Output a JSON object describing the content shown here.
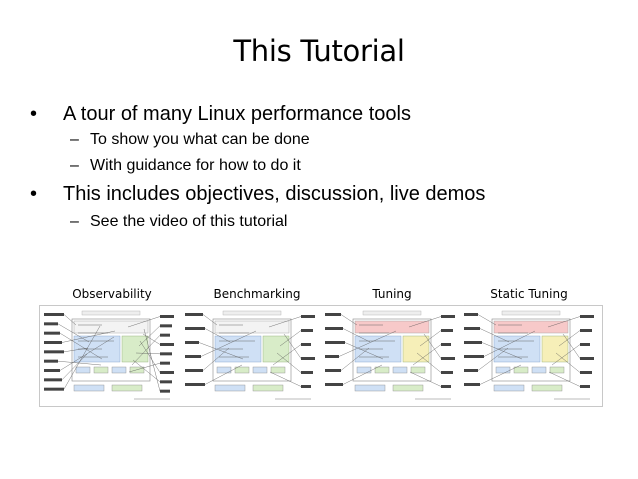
{
  "slide": {
    "title": "This Tutorial",
    "bullets": [
      {
        "text": "A tour of many Linux performance tools",
        "subs": [
          "To show you what can be done",
          "With guidance for how to do it"
        ]
      },
      {
        "text": "This includes objectives, discussion, live demos",
        "subs": [
          "See the video of this tutorial"
        ]
      }
    ],
    "bullet_glyph": "•",
    "sub_glyph": "–"
  },
  "thumbnails": [
    {
      "label": "Observability",
      "variant": "observability"
    },
    {
      "label": "Benchmarking",
      "variant": "benchmarking"
    },
    {
      "label": "Tuning",
      "variant": "tuning"
    },
    {
      "label": "Static Tuning",
      "variant": "static-tuning"
    }
  ],
  "colors": {
    "blue_region": "#cfe0f5",
    "green_region": "#d8ecc8",
    "yellow_region": "#f6efb8",
    "pink_region": "#f7c9c9",
    "line": "#555555"
  }
}
